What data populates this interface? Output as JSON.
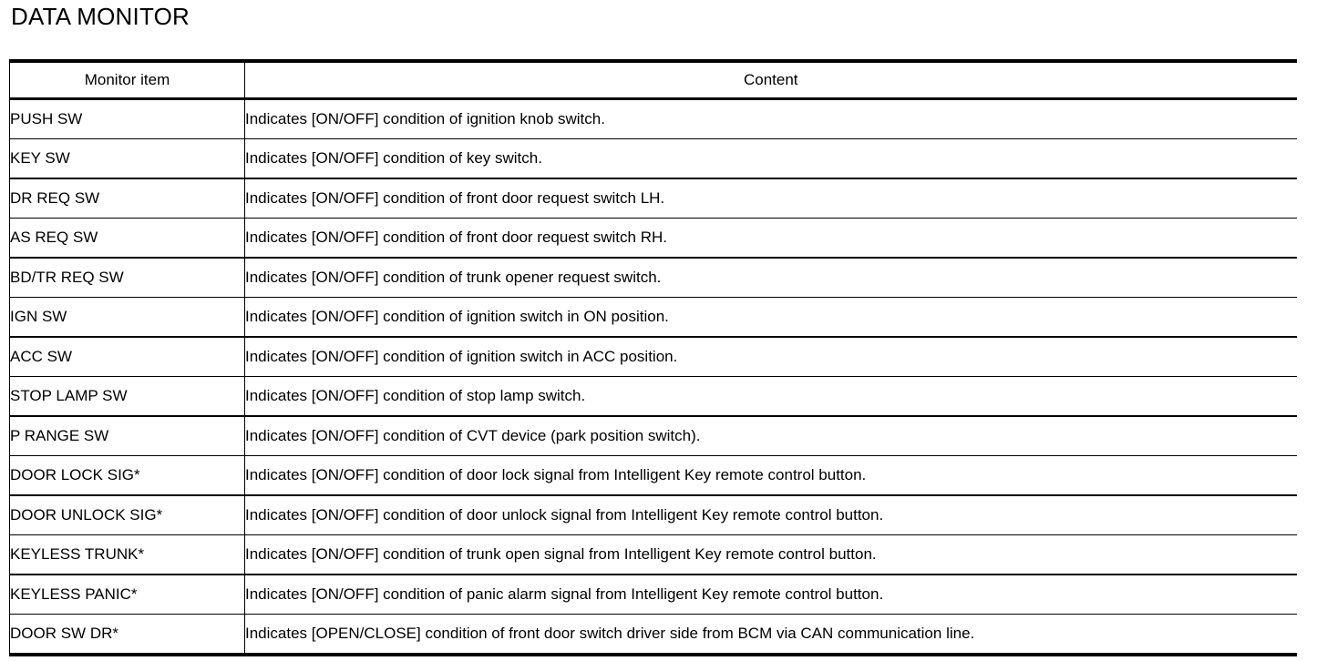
{
  "document": {
    "title": "DATA MONITOR"
  },
  "table": {
    "headers": {
      "monitor_item": "Monitor item",
      "content": "Content"
    },
    "rows": [
      {
        "monitor_item": "PUSH SW",
        "content": "Indicates [ON/OFF] condition of ignition knob switch."
      },
      {
        "monitor_item": "KEY SW",
        "content": "Indicates [ON/OFF] condition of key switch."
      },
      {
        "monitor_item": "DR REQ SW",
        "content": "Indicates [ON/OFF] condition of front door request switch LH."
      },
      {
        "monitor_item": "AS REQ SW",
        "content": "Indicates [ON/OFF] condition of front door request switch RH."
      },
      {
        "monitor_item": "BD/TR REQ SW",
        "content": "Indicates [ON/OFF] condition of trunk opener request switch."
      },
      {
        "monitor_item": "IGN SW",
        "content": "Indicates [ON/OFF] condition of ignition switch in ON position."
      },
      {
        "monitor_item": "ACC SW",
        "content": "Indicates [ON/OFF] condition of ignition switch in ACC position."
      },
      {
        "monitor_item": "STOP LAMP SW",
        "content": "Indicates [ON/OFF] condition of stop lamp switch."
      },
      {
        "monitor_item": "P RANGE SW",
        "content": "Indicates [ON/OFF] condition of CVT device (park position switch)."
      },
      {
        "monitor_item": "DOOR LOCK SIG*",
        "content": "Indicates [ON/OFF] condition of door lock signal from Intelligent Key remote control button."
      },
      {
        "monitor_item": "DOOR UNLOCK SIG*",
        "content": "Indicates [ON/OFF] condition of door unlock signal from Intelligent Key remote control button."
      },
      {
        "monitor_item": "KEYLESS TRUNK*",
        "content": "Indicates [ON/OFF] condition of trunk open signal from Intelligent Key remote control button."
      },
      {
        "monitor_item": "KEYLESS PANIC*",
        "content": "Indicates [ON/OFF] condition of panic alarm signal from Intelligent Key remote control button."
      },
      {
        "monitor_item": "DOOR SW DR*",
        "content": "Indicates [OPEN/CLOSE] condition of front door switch driver side from BCM via CAN communication line."
      }
    ]
  }
}
